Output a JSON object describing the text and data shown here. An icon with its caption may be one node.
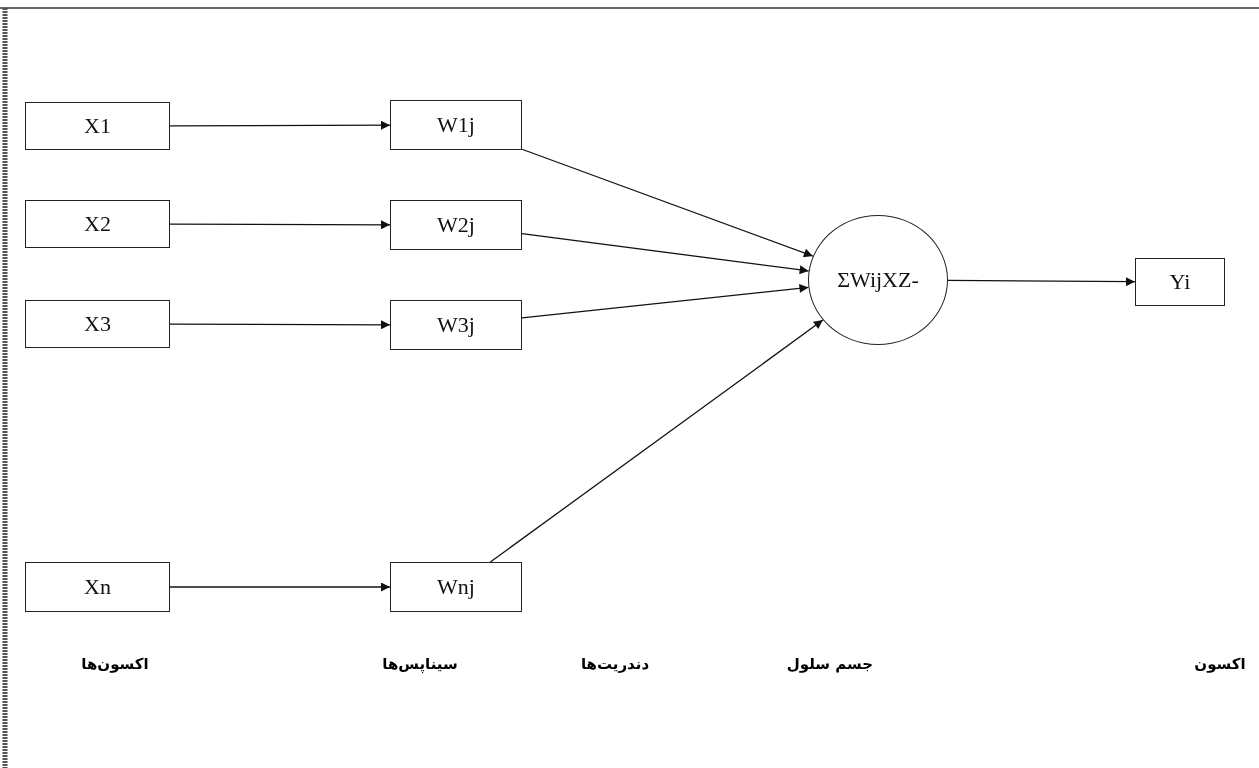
{
  "diagram": {
    "nodes": [
      {
        "text": [
          "X1"
        ]
      },
      {
        "text": [
          "X2"
        ]
      },
      {
        "text": [
          "X3"
        ]
      },
      {
        "text": [
          "Xn"
        ]
      },
      {
        "text": [
          "W1j"
        ]
      },
      {
        "text": [
          "W2j"
        ]
      },
      {
        "text": [
          "W3j"
        ]
      },
      {
        "text": [
          "Wnj"
        ]
      },
      {
        "text": [
          "ΣWijXZ-"
        ]
      },
      {
        "text": [
          "Yi"
        ]
      }
    ],
    "edges": [
      {
        "from": 0,
        "to": 4,
        "arrow": "to"
      },
      {
        "from": 1,
        "to": 5,
        "arrow": "to"
      },
      {
        "from": 2,
        "to": 6,
        "arrow": "to"
      },
      {
        "from": 3,
        "to": 7,
        "arrow": "to"
      },
      {
        "from": 4,
        "to": 8,
        "arrow": "to"
      },
      {
        "from": 5,
        "to": 8,
        "arrow": "to"
      },
      {
        "from": 6,
        "to": 8,
        "arrow": "to"
      },
      {
        "from": 7,
        "to": 8,
        "arrow": "to"
      },
      {
        "from": 8,
        "to": 9,
        "arrow": "to"
      }
    ],
    "labels": [
      "اکسون‌ها",
      "سیناپس‌ها",
      "دندریت‌ها",
      "جسم سلول",
      "اکسون"
    ]
  }
}
